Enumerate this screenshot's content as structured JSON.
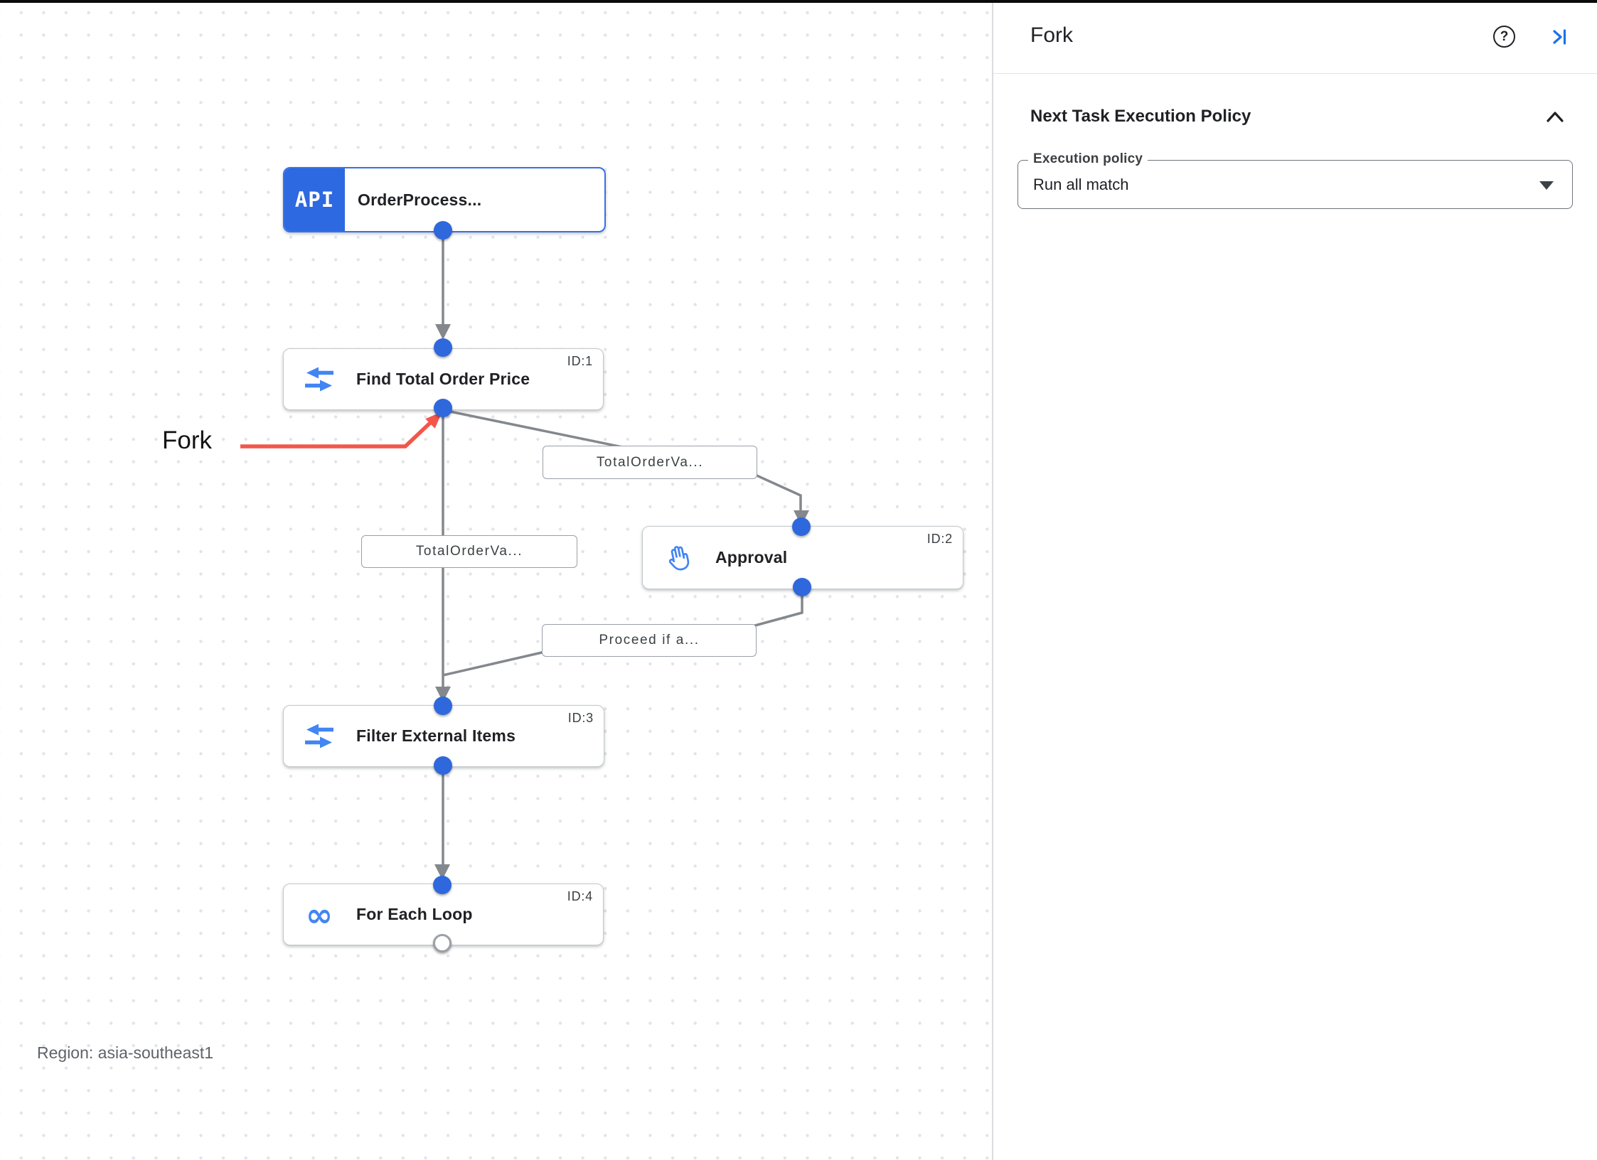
{
  "canvas": {
    "region_label": "Region: asia-southeast1",
    "annotation": {
      "label": "Fork"
    },
    "nodes": [
      {
        "title": "OrderProcess...",
        "id_label": "",
        "badge_text": "API",
        "icon": "api-trigger-badge"
      },
      {
        "title": "Find Total Order Price",
        "id_label": "ID:1",
        "icon": "fork-join-icon"
      },
      {
        "title": "Approval",
        "id_label": "ID:2",
        "icon": "approval-hand-icon"
      },
      {
        "title": "Filter External Items",
        "id_label": "ID:3",
        "icon": "fork-join-icon"
      },
      {
        "title": "For Each Loop",
        "id_label": "ID:4",
        "icon": "for-each-loop-icon",
        "loop_glyph": "∞"
      }
    ],
    "edge_labels": [
      "TotalOrderVa...",
      "TotalOrderVa...",
      "Proceed if a..."
    ]
  },
  "panel": {
    "title": "Fork",
    "icons": {
      "help": "help-icon",
      "collapse": "collapse-panel-icon",
      "section_collapse": "chevron-up-icon"
    },
    "help_glyph": "?",
    "section": {
      "title": "Next Task Execution Policy"
    },
    "field": {
      "label": "Execution policy",
      "value": "Run all match"
    }
  },
  "colors": {
    "accent_blue": "#1a73e8",
    "node_icon_blue": "#4285f4",
    "connector_dot_blue": "#2e68dc",
    "trigger_blue": "#2d69e0",
    "edge_gray": "#84888d",
    "annotation_red": "#f4564a"
  }
}
